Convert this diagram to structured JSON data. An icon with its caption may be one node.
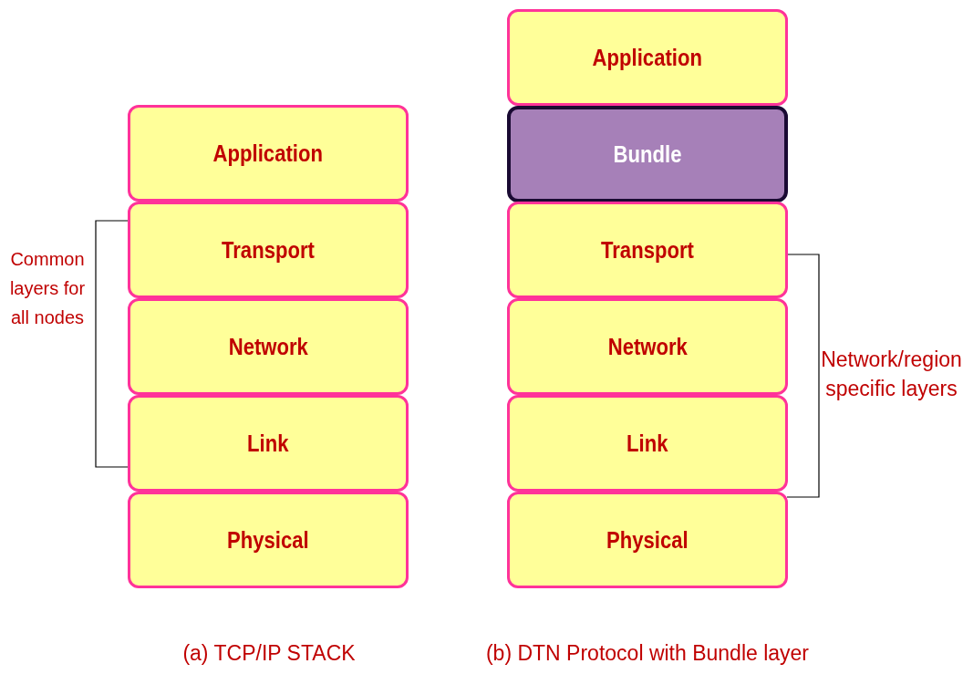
{
  "diagram": {
    "nodes": [
      {
        "text": [
          "Application"
        ]
      },
      {
        "text": [
          "Transport"
        ]
      },
      {
        "text": [
          "Network"
        ]
      },
      {
        "text": [
          "Link"
        ]
      },
      {
        "text": [
          "Physical"
        ]
      },
      {
        "text": [
          "Application"
        ]
      },
      {
        "text": [
          "Bundle"
        ]
      },
      {
        "text": [
          "Transport"
        ]
      },
      {
        "text": [
          "Network"
        ]
      },
      {
        "text": [
          "Link"
        ]
      },
      {
        "text": [
          "Physical"
        ]
      }
    ],
    "labels": [
      "Common layers for all nodes",
      "Network/region specific layers",
      "(a) TCP/IP STACK",
      "(b) DTN Protocol with Bundle layer"
    ]
  }
}
